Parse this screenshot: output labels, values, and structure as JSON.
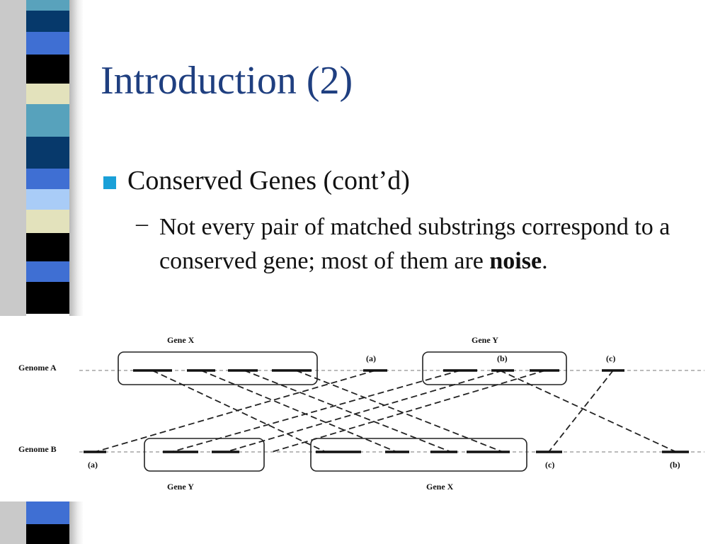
{
  "slide": {
    "title": "Introduction (2)",
    "bullet": "Conserved Genes (cont’d)",
    "sub_bullet": {
      "dash": "–",
      "text_before": "Not every pair of matched substrings correspond to a conserved gene; most of them are ",
      "bold": "noise",
      "text_after": "."
    }
  },
  "colors": {
    "title": "#1f3f80",
    "bullet": "#1aa0d8",
    "stripes": [
      "#59a2bc",
      "#06396b",
      "#3f6fd3",
      "#000000",
      "#e3e2bc",
      "#57a2bc",
      "#07396b",
      "#3f6fd3",
      "#a9ccf7",
      "#e3e2bc",
      "#000000",
      "#3f6fd3",
      "#000000"
    ]
  },
  "figure": {
    "genome_a": "Genome A",
    "genome_b": "Genome B",
    "gene_x_top": "Gene X",
    "gene_y_top": "Gene Y",
    "gene_y_bottom": "Gene Y",
    "gene_x_bottom": "Gene X",
    "mark_a_top": "(a)",
    "mark_b_top": "(b)",
    "mark_c_top": "(c)",
    "mark_a_bottom": "(a)",
    "mark_c_bottom": "(c)",
    "mark_b_bottom": "(b)"
  }
}
